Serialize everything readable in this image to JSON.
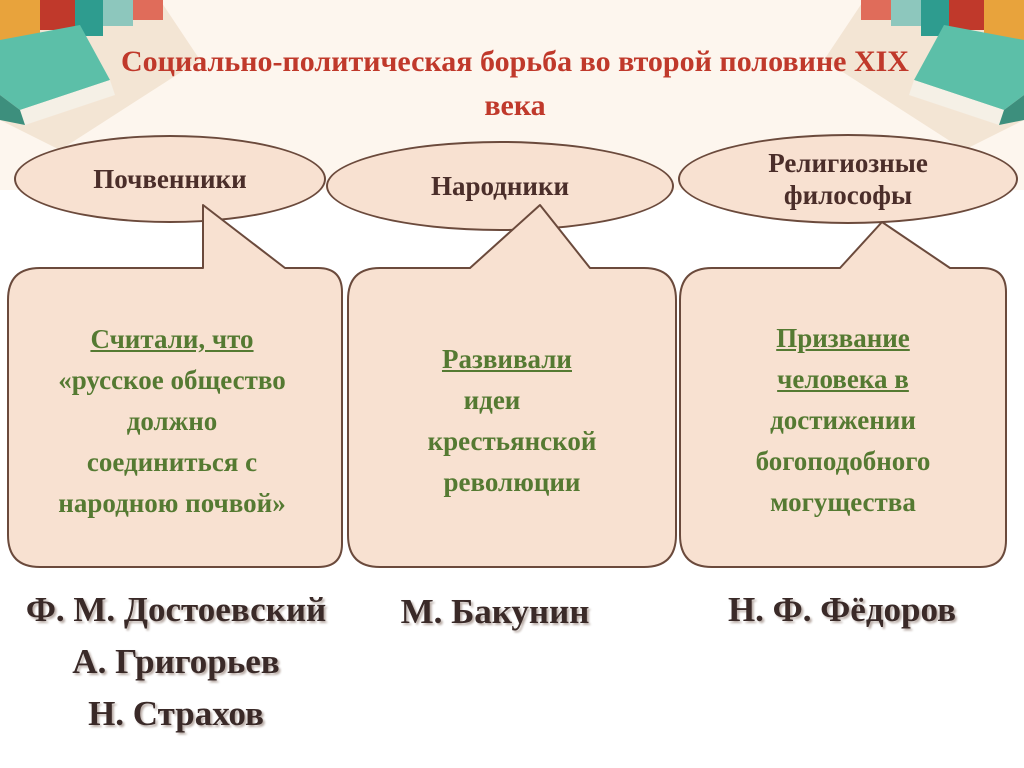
{
  "title": "Социально-политическая борьба во второй половине XIX века",
  "columns": [
    {
      "heading": "Почвенники",
      "text_lines": [
        {
          "text": "Считали, что",
          "underline": true
        },
        {
          "text": "«русское общество",
          "underline": false
        },
        {
          "text": "должно",
          "underline": false
        },
        {
          "text": "соединиться с",
          "underline": false
        },
        {
          "text": "народною почвой»",
          "underline": false
        }
      ],
      "names": [
        "Ф. М. Достоевский",
        "А. Григорьев",
        "Н. Страхов"
      ]
    },
    {
      "heading": "Народники",
      "text_lines": [
        {
          "text": "Развивали",
          "underline": true
        },
        {
          "text": "идеи",
          "underline": false
        },
        {
          "text": "крестьянской",
          "underline": false
        },
        {
          "text": "революции",
          "underline": false
        }
      ],
      "names": [
        "М. Бакунин"
      ]
    },
    {
      "heading": "Религиозные философы",
      "text_lines": [
        {
          "text": "Призвание",
          "underline": true
        },
        {
          "text": "человека в",
          "underline": true
        },
        {
          "text": "достижении",
          "underline": false
        },
        {
          "text": "богоподобного",
          "underline": false
        },
        {
          "text": "могущества",
          "underline": false
        }
      ],
      "names": [
        "Н. Ф. Фёдоров"
      ]
    }
  ],
  "colors": {
    "title": "#c0392b",
    "bubble_fill": "#f8e1d1",
    "bubble_border": "#6b4a3c",
    "body_text": "#557a32",
    "names": "#3a2a28"
  }
}
